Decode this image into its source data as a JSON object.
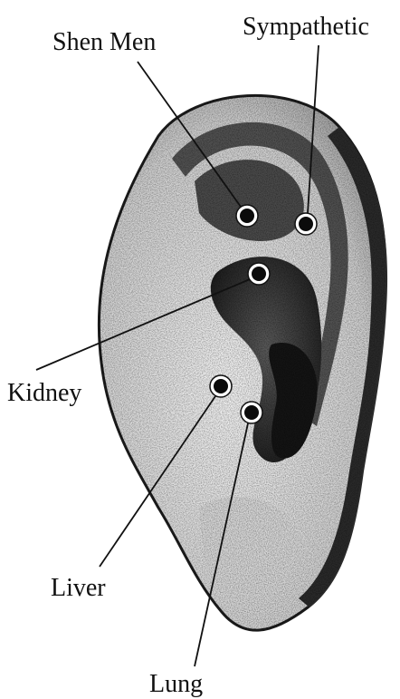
{
  "points": [
    {
      "id": "shen-men",
      "label": "Shen Men"
    },
    {
      "id": "sympathetic",
      "label": "Sympathetic"
    },
    {
      "id": "kidney",
      "label": "Kidney"
    },
    {
      "id": "liver",
      "label": "Liver"
    },
    {
      "id": "lung",
      "label": "Lung"
    }
  ],
  "colors": {
    "ink": "#111111",
    "background": "#ffffff",
    "ear_skin": "#e4e4e4"
  }
}
